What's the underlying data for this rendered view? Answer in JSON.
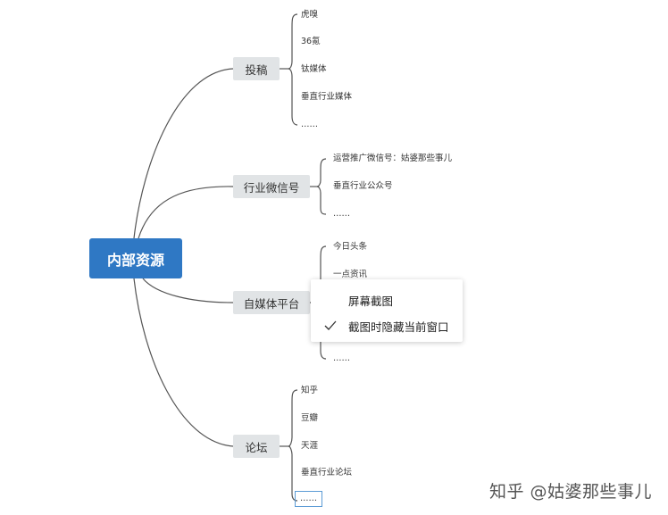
{
  "central": {
    "label": "内部资源"
  },
  "branches": [
    {
      "label": "投稿",
      "leaves": [
        "虎嗅",
        "36氪",
        "钛媒体",
        "垂直行业媒体",
        "……"
      ]
    },
    {
      "label": "行业微信号",
      "leaves": [
        "运营推广微信号：姑婆那些事儿",
        "垂直行业公众号",
        "……"
      ]
    },
    {
      "label": "自媒体平台",
      "leaves": [
        "今日头条",
        "一点资讯",
        "……"
      ]
    },
    {
      "label": "论坛",
      "leaves": [
        "知乎",
        "豆瓣",
        "天涯",
        "垂直行业论坛",
        "……"
      ]
    }
  ],
  "context_menu": {
    "items": [
      {
        "label": "屏幕截图",
        "checked": false
      },
      {
        "label": "截图时隐藏当前窗口",
        "checked": true
      }
    ]
  },
  "watermark": "知乎 @姑婆那些事儿",
  "colors": {
    "central": "#2f78c4",
    "branch": "#e1e4e6",
    "connector": "#555555"
  }
}
